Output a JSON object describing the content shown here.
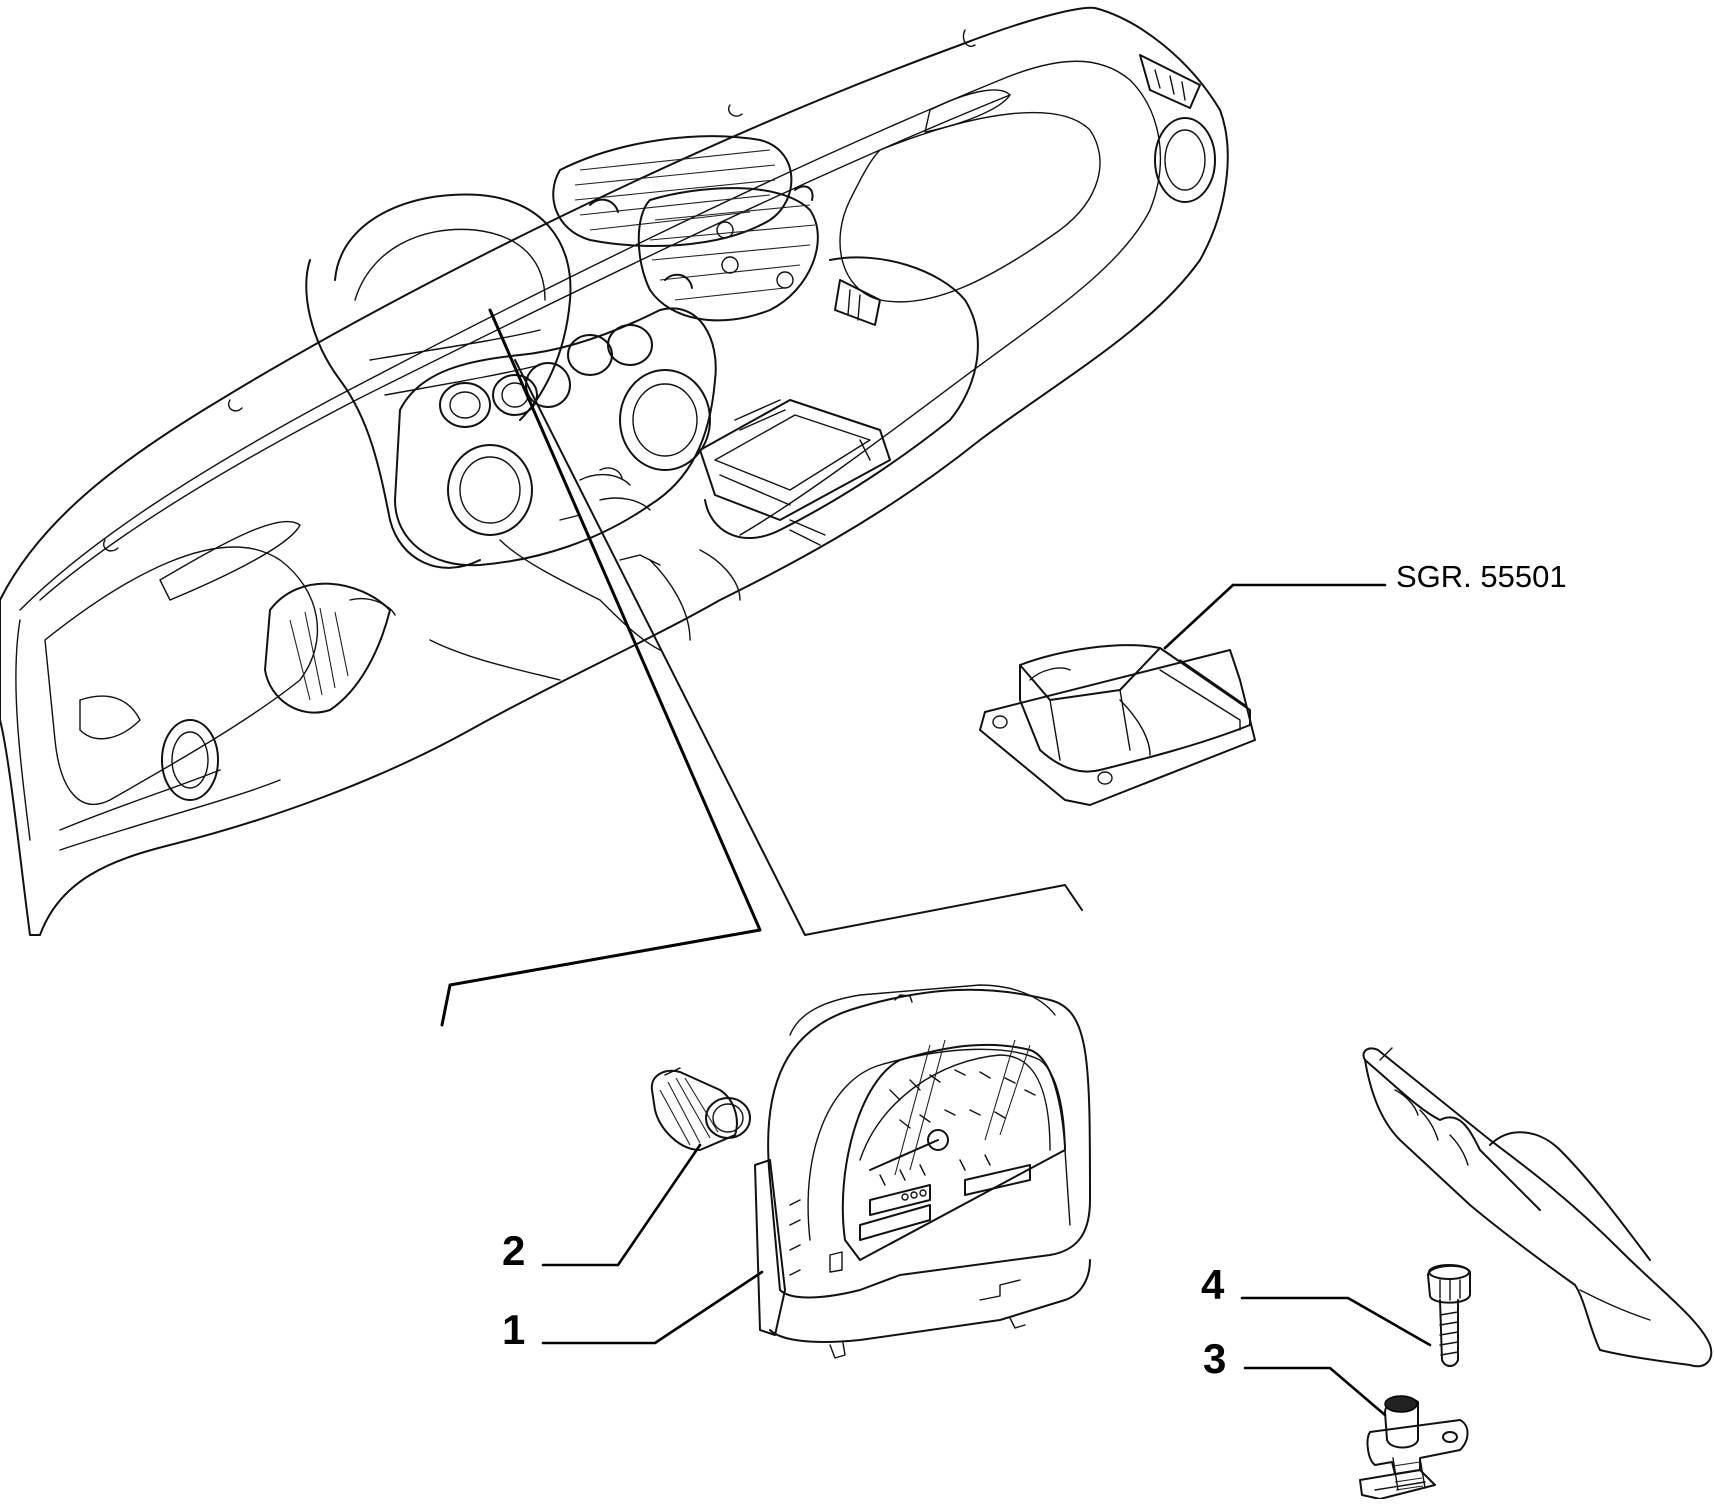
{
  "callouts": {
    "item1": "1",
    "item2": "2",
    "item3": "3",
    "item4": "4"
  },
  "reference": {
    "label": "SGR. 55501"
  }
}
